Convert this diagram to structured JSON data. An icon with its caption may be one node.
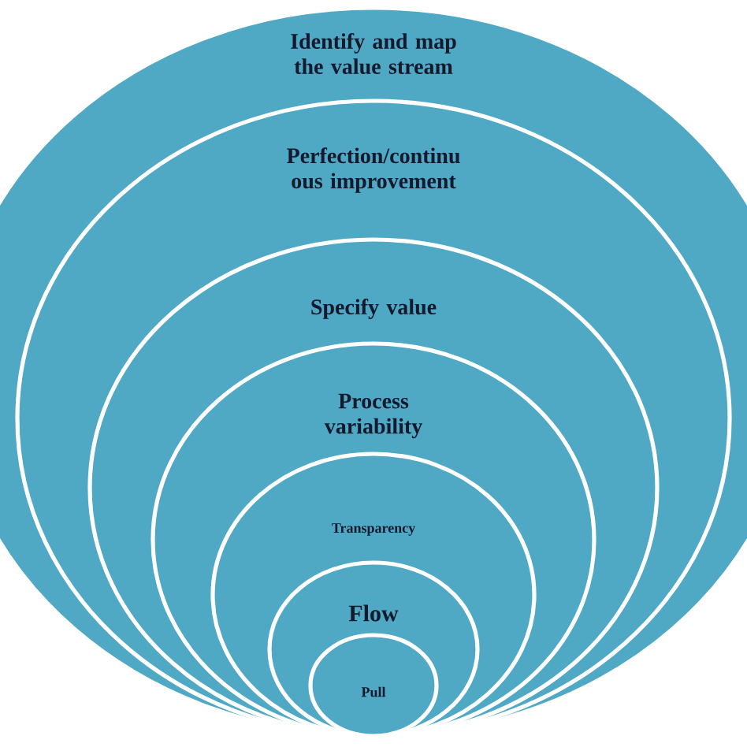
{
  "diagram": {
    "nodes": [
      {
        "text": [
          "Identify and map the value stream"
        ]
      },
      {
        "text": [
          "Perfection/continu ous improvement"
        ],
        "in": 0
      },
      {
        "text": [
          "Specify value"
        ],
        "in": 1
      },
      {
        "text": [
          "Process variability"
        ],
        "in": 2
      },
      {
        "text": [
          "Transparency"
        ],
        "in": 3
      },
      {
        "text": [
          "Flow"
        ],
        "in": 4
      },
      {
        "text": [
          "Pull"
        ],
        "in": 5
      }
    ]
  }
}
